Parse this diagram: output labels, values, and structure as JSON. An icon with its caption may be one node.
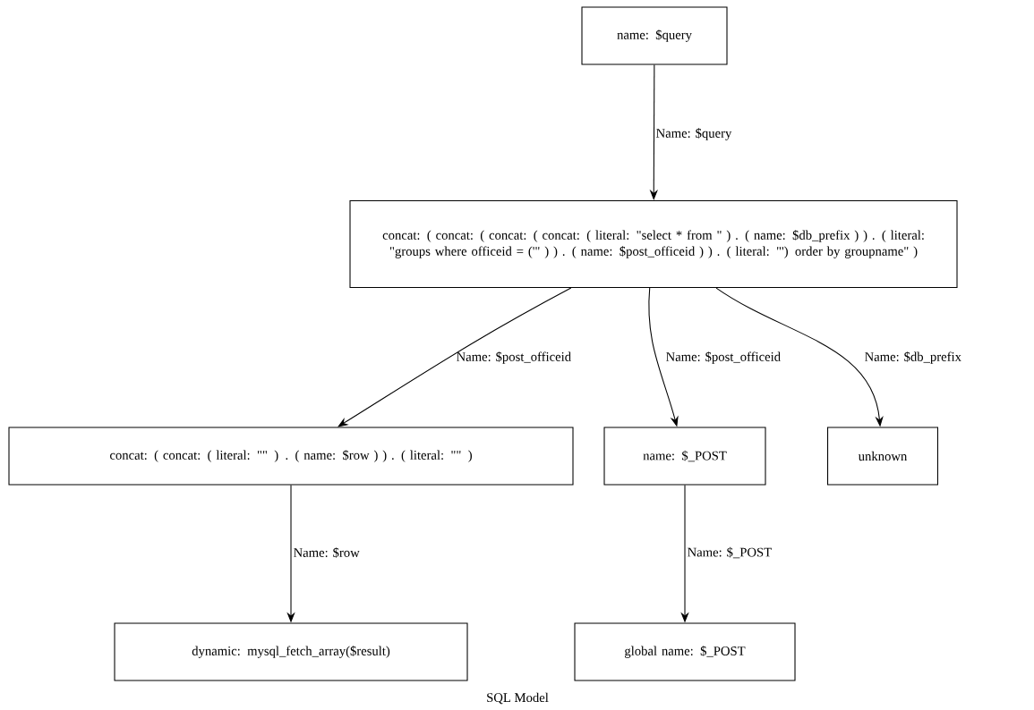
{
  "diagram": {
    "caption": "SQL Model",
    "nodes": [
      {
        "text": [
          "name: $query"
        ]
      },
      {
        "text": [
          "concat: ( concat: ( concat: ( concat: ( literal: \"select * from \" ) . ( name: $db_prefix ) ) . ( literal: \"groups where officeid = ('\" ) ) . ( name: $post_officeid ) ) . ( literal: \"') order by groupname\" )"
        ]
      },
      {
        "text": [
          "concat: ( concat: ( literal: \"\" ) . ( name: $row ) ) . ( literal: \"\" )"
        ]
      },
      {
        "text": [
          "name: $_POST"
        ]
      },
      {
        "text": [
          "unknown"
        ]
      },
      {
        "text": [
          "dynamic: mysql_fetch_array($result)"
        ]
      },
      {
        "text": [
          "global name: $_POST"
        ]
      }
    ],
    "edges": [
      {
        "from": 0,
        "to": 1,
        "arrow": "to",
        "label": "Name: $query"
      },
      {
        "from": 1,
        "to": 2,
        "arrow": "to",
        "label": "Name: $post_officeid"
      },
      {
        "from": 1,
        "to": 3,
        "arrow": "to",
        "label": "Name: $post_officeid"
      },
      {
        "from": 1,
        "to": 4,
        "arrow": "to",
        "label": "Name: $db_prefix"
      },
      {
        "from": 2,
        "to": 5,
        "arrow": "to",
        "label": "Name: $row"
      },
      {
        "from": 3,
        "to": 6,
        "arrow": "to",
        "label": "Name: $_POST"
      }
    ]
  }
}
